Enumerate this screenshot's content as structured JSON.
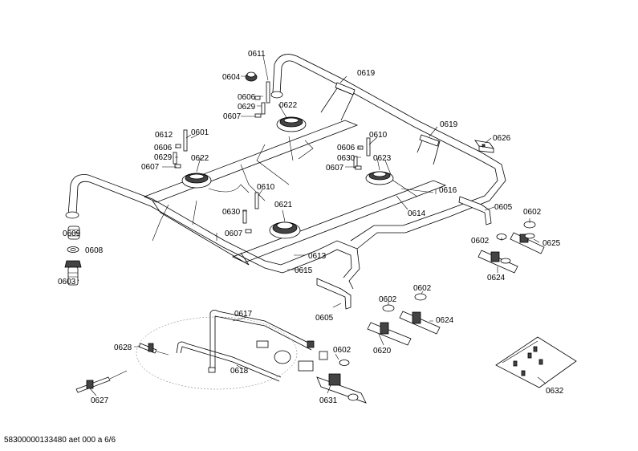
{
  "labels": {
    "l0611": "0611",
    "l0604": "0604",
    "l0619a": "0619",
    "l0606a": "0606",
    "l0629a": "0629",
    "l0622a": "0622",
    "l0607a": "0607",
    "l0619b": "0619",
    "l0612": "0612",
    "l0601": "0601",
    "l0610a": "0610",
    "l0626": "0626",
    "l0606b": "0606",
    "l0629b": "0629",
    "l0622b": "0622",
    "l0606c": "0606",
    "l0630a": "0630",
    "l0623": "0623",
    "l0607b": "0607",
    "l0607c": "0607",
    "l0610b": "0610",
    "l0616": "0616",
    "l0621": "0621",
    "l0630b": "0630",
    "l0614": "0614",
    "l0605a": "0605",
    "l0602a": "0602",
    "l0609": "0609",
    "l0607d": "0607",
    "l0602b": "0602",
    "l0625": "0625",
    "l0608": "0608",
    "l0613": "0613",
    "l0615": "0615",
    "l0603": "0603",
    "l0624a": "0624",
    "l0602c": "0602",
    "l0602d": "0602",
    "l0605b": "0605",
    "l0624b": "0624",
    "l0617": "0617",
    "l0620": "0620",
    "l0628": "0628",
    "l0602e": "0602",
    "l0618": "0618",
    "l0631": "0631",
    "l0632": "0632",
    "l0627": "0627"
  },
  "footer": "58300000133480 aet 000 a 6/6"
}
